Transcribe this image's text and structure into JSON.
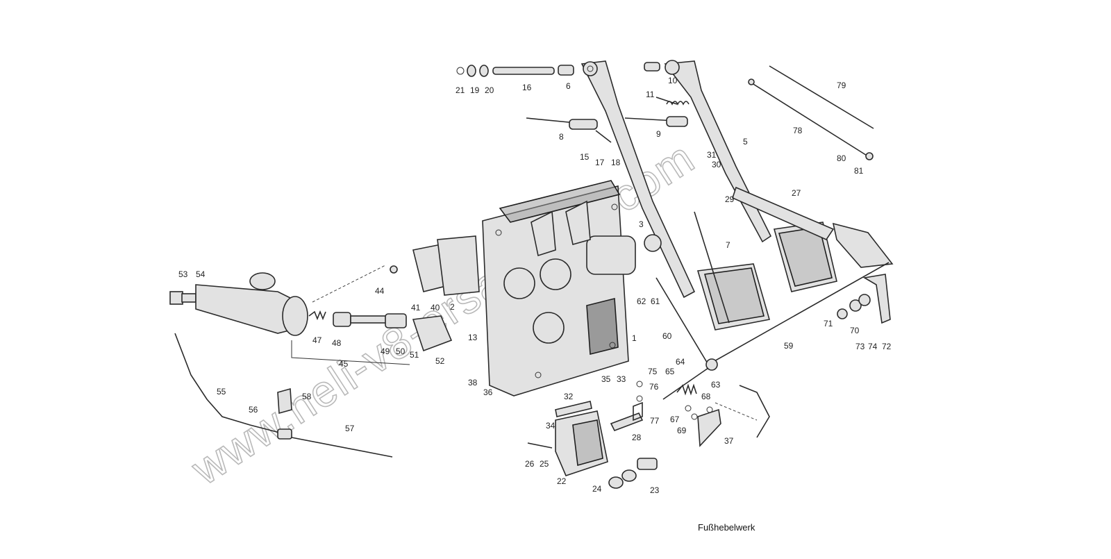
{
  "caption": "Fußhebelwerk",
  "watermark": "www.neli-v8-ersatzteile.com",
  "part_numbers": [
    "1",
    "2",
    "3",
    "5",
    "6",
    "7",
    "8",
    "9",
    "10",
    "11",
    "13",
    "15",
    "16",
    "17",
    "18",
    "19",
    "20",
    "21",
    "22",
    "23",
    "24",
    "25",
    "26",
    "27",
    "28",
    "29",
    "30",
    "31",
    "32",
    "33",
    "34",
    "35",
    "36",
    "37",
    "38",
    "40",
    "41",
    "44",
    "45",
    "47",
    "48",
    "49",
    "50",
    "51",
    "52",
    "53",
    "54",
    "55",
    "56",
    "57",
    "58",
    "59",
    "60",
    "61",
    "62",
    "63",
    "64",
    "65",
    "67",
    "68",
    "69",
    "70",
    "71",
    "72",
    "73",
    "74",
    "75",
    "76",
    "77",
    "78",
    "79",
    "80",
    "81"
  ]
}
